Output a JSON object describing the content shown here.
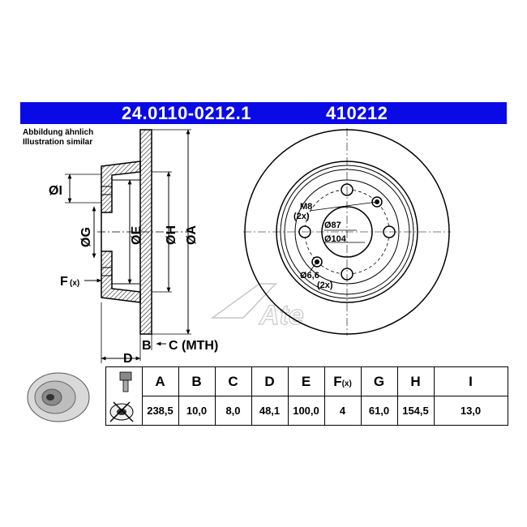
{
  "header": {
    "part_number": "24.0110-0212.1",
    "ref_number": "410212",
    "background_color": "#0a0ae6",
    "text_color": "#ffffff"
  },
  "illustration_note": {
    "line1": "Abbildung ähnlich",
    "line2": "Illustration similar"
  },
  "side_view_labels": {
    "i": "ØI",
    "g": "ØG",
    "e": "ØE",
    "h": "ØH",
    "a": "ØA",
    "f": "F",
    "f_suffix": "(x)",
    "b": "B",
    "c": "C (MTH)",
    "d": "D"
  },
  "front_view_labels": {
    "m8": "M8",
    "m8_count": "(2x)",
    "d87": "Ø87",
    "d104": "Ø104",
    "d66": "Ø6,6",
    "d66_count": "(2x)",
    "watermark": "Ate"
  },
  "spec_table": {
    "headers": [
      "A",
      "B",
      "C",
      "D",
      "E",
      "F",
      "G",
      "H",
      "I"
    ],
    "f_suffix": "(x)",
    "values": [
      "238,5",
      "10,0",
      "8,0",
      "48,1",
      "100,0",
      "4",
      "61,0",
      "154,5",
      "13,0"
    ]
  }
}
